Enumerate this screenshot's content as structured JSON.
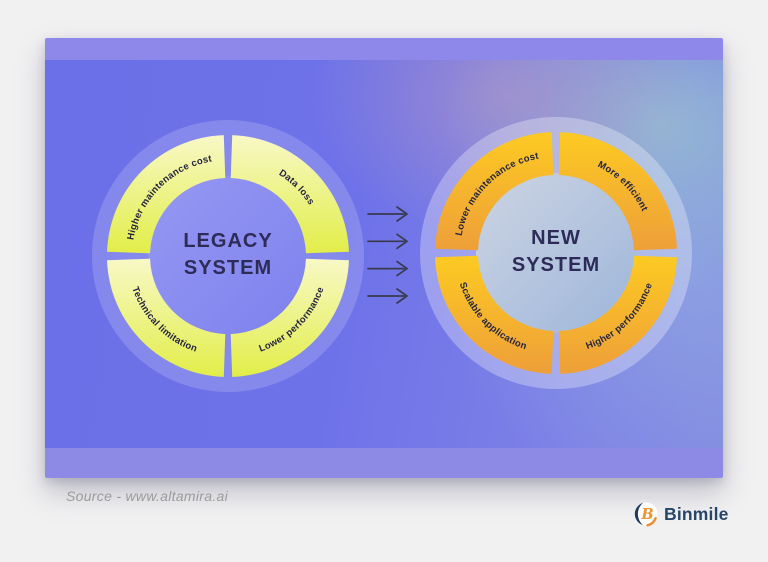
{
  "page": {
    "background_color": "#f1f1f2"
  },
  "card": {
    "top_strip_color": "#8d88e9",
    "bottom_strip_color": "#8c8ae4",
    "base_color": "#6c70e8"
  },
  "diagram": {
    "legacy_system": {
      "title": "LEGACY\nSYSTEM",
      "segments": {
        "top_left": "Higher maintenance cost",
        "top_right": "Data loss",
        "bottom_left": "Technical limitation",
        "bottom_right": "Lower performance"
      },
      "ring_gradient_top": "#f8f8c6",
      "ring_gradient_bottom": "#e2ee49",
      "inner_gradient_top": "#9698f3",
      "inner_gradient_bottom": "#7e81ed"
    },
    "new_system": {
      "title": "NEW\nSYSTEM",
      "segments": {
        "top_left": "Lower maintenance cost",
        "top_right": "More efficient",
        "bottom_left": "Scalable application",
        "bottom_right": "Higher performance"
      },
      "ring_gradient_top": "#fdca22",
      "ring_gradient_bottom": "#ee9f39",
      "inner_gradient_top": "#cdd4e3",
      "inner_gradient_bottom": "#9db6da"
    },
    "arrows": {
      "count": 4,
      "color": "#3a3a4e"
    },
    "title_color": "#2d2b58",
    "label_color": "#25253e"
  },
  "footer": {
    "source_text": "Source - www.altamira.ai"
  },
  "brand": {
    "name": "Binmile"
  }
}
